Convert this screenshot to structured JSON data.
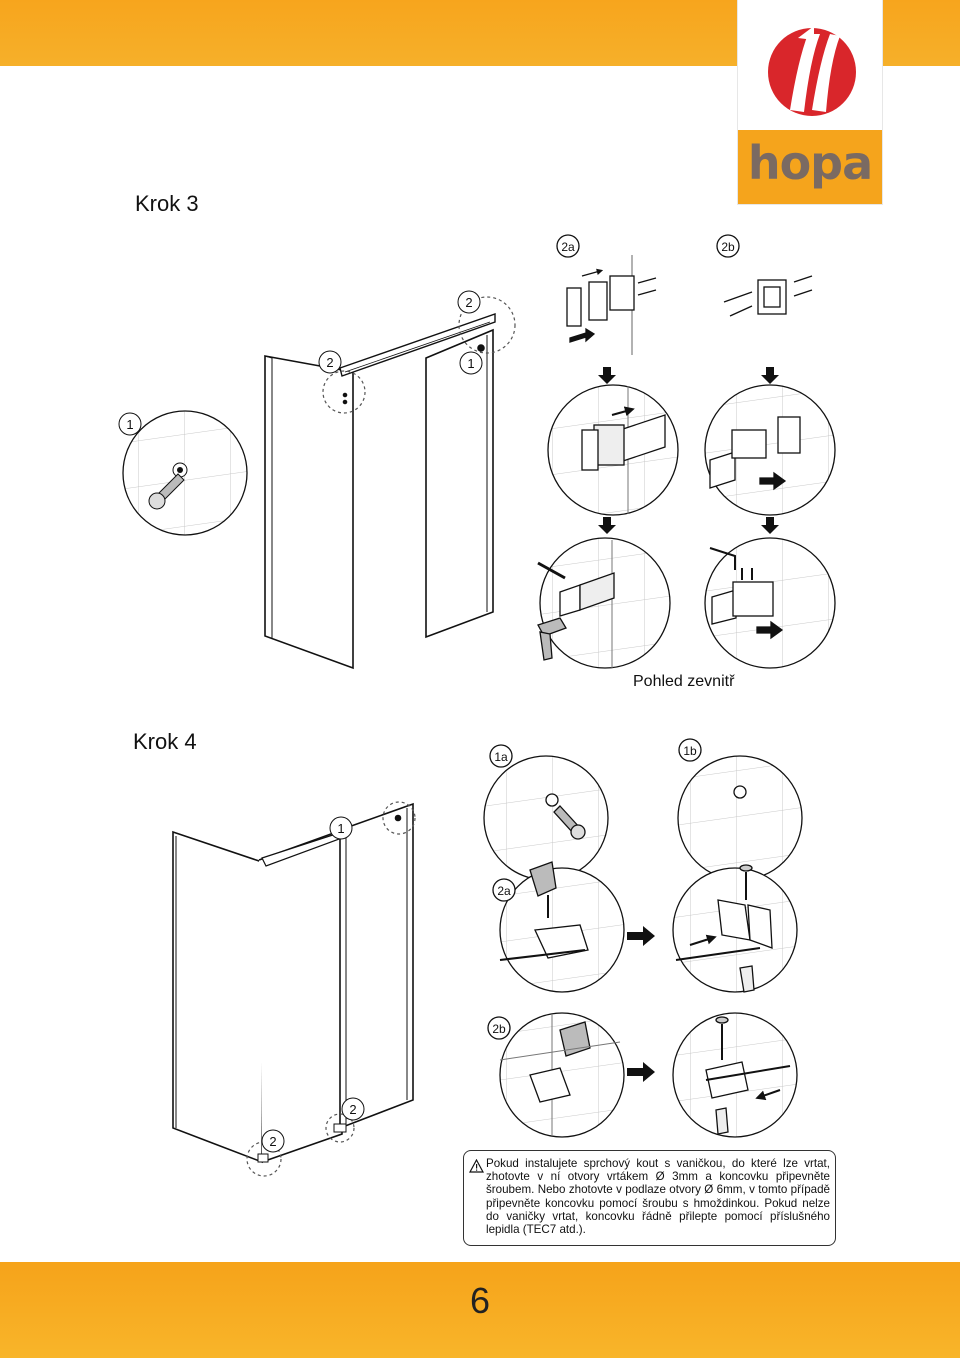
{
  "brand": {
    "logo_text": "hopa"
  },
  "step3": {
    "title": "Krok 3",
    "view_caption": "Pohled zevnitř",
    "labels": {
      "detail_1": "1",
      "callout_1": "1",
      "callout_2a": "2",
      "callout_2b": "2",
      "panel_2a": "2a",
      "panel_2b": "2b"
    }
  },
  "step4": {
    "title": "Krok 4",
    "labels": {
      "panel_1a": "1a",
      "panel_1b": "1b",
      "panel_2a": "2a",
      "panel_2b": "2b",
      "callout_1": "1",
      "callout_2_left": "2",
      "callout_2_right": "2"
    }
  },
  "note": {
    "text": "Pokud instalujete sprchový kout s vaničkou, do které lze vrtat, zhotovte v ní otvory vrtákem Ø 3mm a koncovku připevněte šroubem. Nebo zhotovte v podlaze otvory Ø 6mm, v tomto případě připevněte koncovku pomocí šroubu s hmoždinkou. Pokud nelze do vaničky vrtat, koncovku řádně přilepte pomocí příslušného lepidla (TEC7 atd.)."
  },
  "footer": {
    "page_number": "6"
  }
}
